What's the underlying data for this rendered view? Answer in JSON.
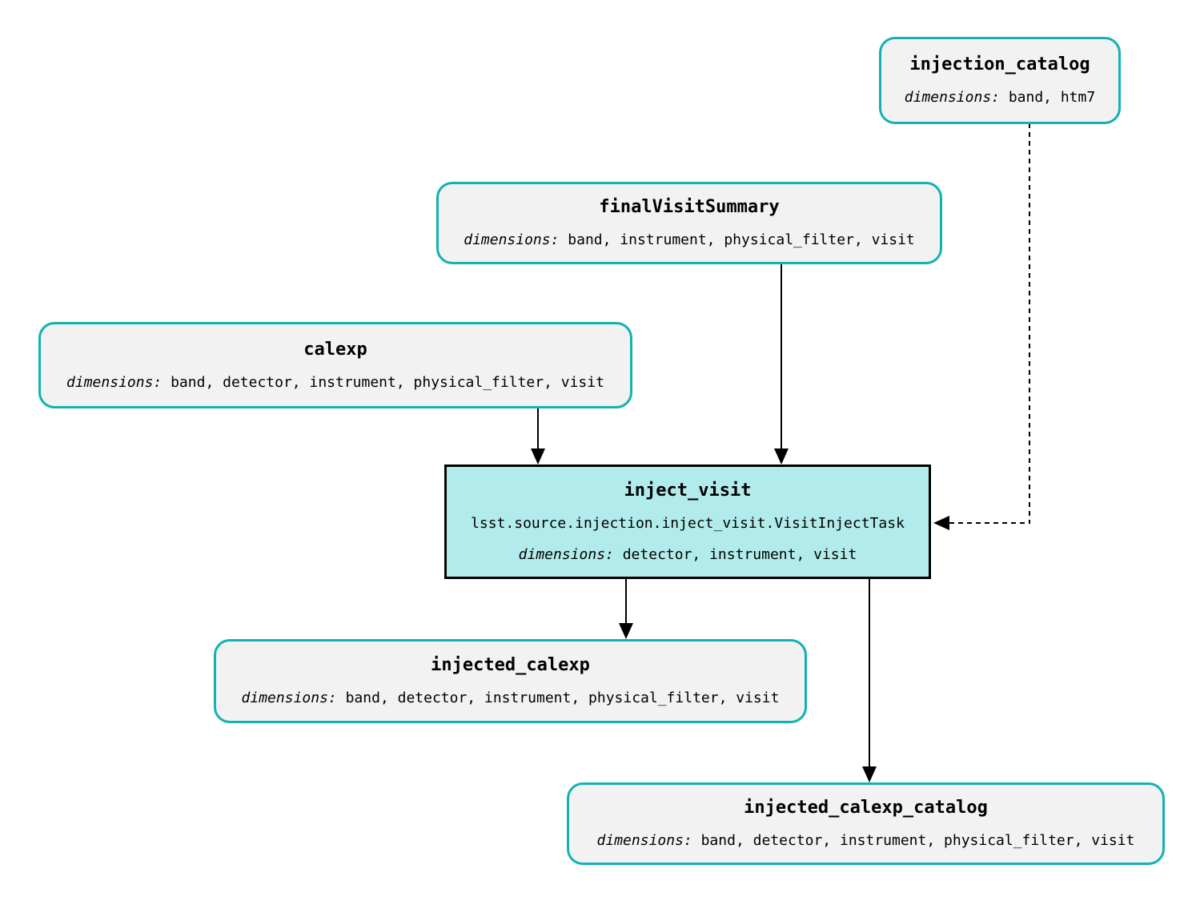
{
  "diagram": {
    "colors": {
      "dataset_border": "#12b2b4",
      "dataset_fill": "#f2f2f2",
      "task_border": "#000000",
      "task_fill": "#b2ebeb",
      "edge": "#000000",
      "text": "#000000",
      "bg": "#ffffff"
    },
    "nodes": {
      "injection_catalog": {
        "kind": "dataset",
        "title": "injection_catalog",
        "dimensions_label": "dimensions:",
        "dimensions": "band, htm7"
      },
      "finalVisitSummary": {
        "kind": "dataset",
        "title": "finalVisitSummary",
        "dimensions_label": "dimensions:",
        "dimensions": "band, instrument, physical_filter, visit"
      },
      "calexp": {
        "kind": "dataset",
        "title": "calexp",
        "dimensions_label": "dimensions:",
        "dimensions": "band, detector, instrument, physical_filter, visit"
      },
      "inject_visit": {
        "kind": "task",
        "title": "inject_visit",
        "task_class": "lsst.source.injection.inject_visit.VisitInjectTask",
        "dimensions_label": "dimensions:",
        "dimensions": "detector, instrument, visit"
      },
      "injected_calexp": {
        "kind": "dataset",
        "title": "injected_calexp",
        "dimensions_label": "dimensions:",
        "dimensions": "band, detector, instrument, physical_filter, visit"
      },
      "injected_calexp_catalog": {
        "kind": "dataset",
        "title": "injected_calexp_catalog",
        "dimensions_label": "dimensions:",
        "dimensions": "band, detector, instrument, physical_filter, visit"
      }
    },
    "edges": [
      {
        "from": "calexp",
        "to": "inject_visit",
        "style": "solid"
      },
      {
        "from": "finalVisitSummary",
        "to": "inject_visit",
        "style": "solid"
      },
      {
        "from": "injection_catalog",
        "to": "inject_visit",
        "style": "dashed"
      },
      {
        "from": "inject_visit",
        "to": "injected_calexp",
        "style": "solid"
      },
      {
        "from": "inject_visit",
        "to": "injected_calexp_catalog",
        "style": "solid"
      }
    ]
  }
}
